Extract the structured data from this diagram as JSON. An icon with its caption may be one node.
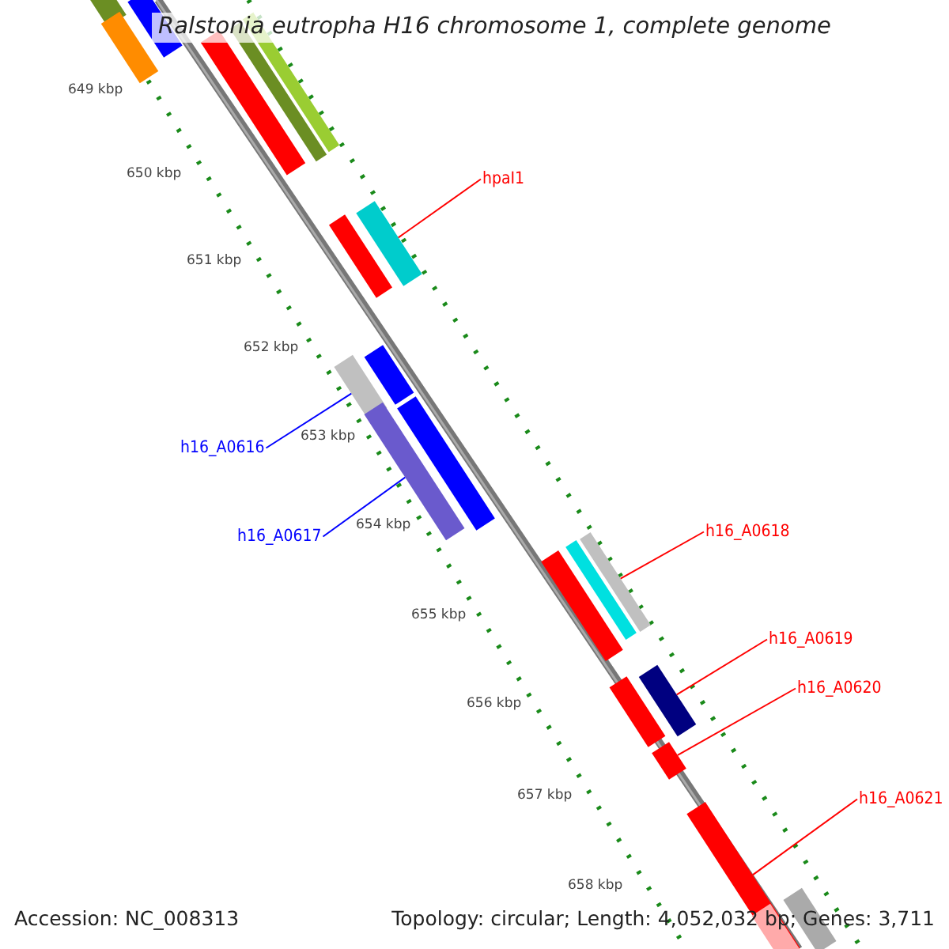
{
  "diagram": {
    "title": "Ralstonia eutropha H16 chromosome 1, complete genome",
    "nodes": [
      {
        "text": [
          "hpaI1"
        ]
      },
      {
        "text": [],
        "shape": "bar"
      },
      {
        "text": [
          "h16_A0616"
        ]
      },
      {
        "text": [],
        "shape": "bar"
      },
      {
        "text": [
          "h16_A0617"
        ]
      },
      {
        "text": [],
        "shape": "bar"
      },
      {
        "text": [
          "h16_A0618"
        ]
      },
      {
        "text": [],
        "shape": "bar"
      },
      {
        "text": [
          "h16_A0619"
        ]
      },
      {
        "text": [],
        "shape": "bar"
      },
      {
        "text": [
          "h16_A0620"
        ]
      },
      {
        "text": [],
        "shape": "bar"
      },
      {
        "text": [
          "h16_A0621"
        ]
      },
      {
        "text": [],
        "shape": "bar"
      },
      {
        "text": [],
        "shape": "bar"
      },
      {
        "text": [],
        "shape": "bar"
      },
      {
        "text": [],
        "shape": "bar"
      },
      {
        "text": [],
        "shape": "bar"
      },
      {
        "text": [],
        "shape": "bar"
      },
      {
        "text": [],
        "shape": "bar"
      },
      {
        "text": [],
        "shape": "bar"
      },
      {
        "text": [],
        "shape": "bar"
      },
      {
        "text": [],
        "shape": "bar"
      },
      {
        "text": [],
        "shape": "bar"
      },
      {
        "text": [],
        "shape": "bar"
      },
      {
        "text": [],
        "shape": "bar"
      },
      {
        "text": [],
        "shape": "bar"
      },
      {
        "text": [],
        "shape": "bar"
      }
    ],
    "edges": [
      {
        "from": 0,
        "to": 1,
        "arrow": "none"
      },
      {
        "from": 2,
        "to": 3,
        "arrow": "none",
        "color": "#0000ff"
      },
      {
        "from": 4,
        "to": 5,
        "arrow": "none",
        "color": "#0000ff"
      },
      {
        "from": 6,
        "to": 7,
        "arrow": "none"
      },
      {
        "from": 8,
        "to": 9,
        "arrow": "none"
      },
      {
        "from": 10,
        "to": 11,
        "arrow": "none"
      },
      {
        "from": 12,
        "to": 13,
        "arrow": "none"
      }
    ],
    "labels": [
      "649 kbp",
      "650 kbp",
      "651 kbp",
      "652 kbp",
      "653 kbp",
      "654 kbp",
      "655 kbp",
      "656 kbp",
      "657 kbp",
      "658 kbp",
      "Accession: NC_008313",
      "Topology: circular; Length: 4,052,032 bp; Genes: 3,711"
    ]
  }
}
